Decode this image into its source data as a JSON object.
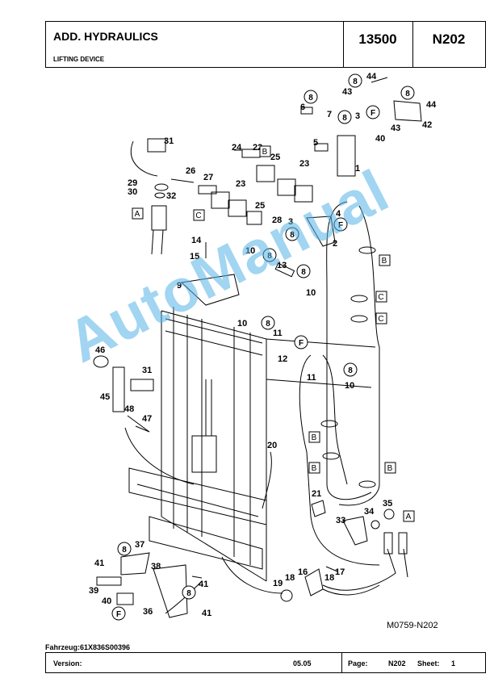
{
  "header": {
    "title": "ADD. HYDRAULICS",
    "subtitle": "LIFTING DEVICE",
    "group_number": "13500",
    "page_code": "N202"
  },
  "drawing_number": "M0759-N202",
  "watermark": "AutoManual",
  "footer": {
    "vehicle": "Fahrzeug:61X836S00396",
    "version_label": "Version:",
    "version_value": "05.05",
    "page_label": "Page:",
    "page_value": "N202",
    "sheet_label": "Sheet:",
    "sheet_value": "1"
  },
  "callouts": [
    "1",
    "2",
    "3",
    "4",
    "5",
    "6",
    "7",
    "9",
    "10",
    "11",
    "12",
    "13",
    "14",
    "15",
    "16",
    "17",
    "18",
    "19",
    "20",
    "21",
    "22",
    "23",
    "24",
    "25",
    "26",
    "27",
    "28",
    "29",
    "30",
    "31",
    "32",
    "33",
    "34",
    "35",
    "36",
    "37",
    "38",
    "39",
    "40",
    "41",
    "42",
    "43",
    "44",
    "45",
    "46",
    "47",
    "48"
  ],
  "circle_markers": [
    "8",
    "F"
  ],
  "box_markers": [
    "A",
    "B",
    "C"
  ]
}
